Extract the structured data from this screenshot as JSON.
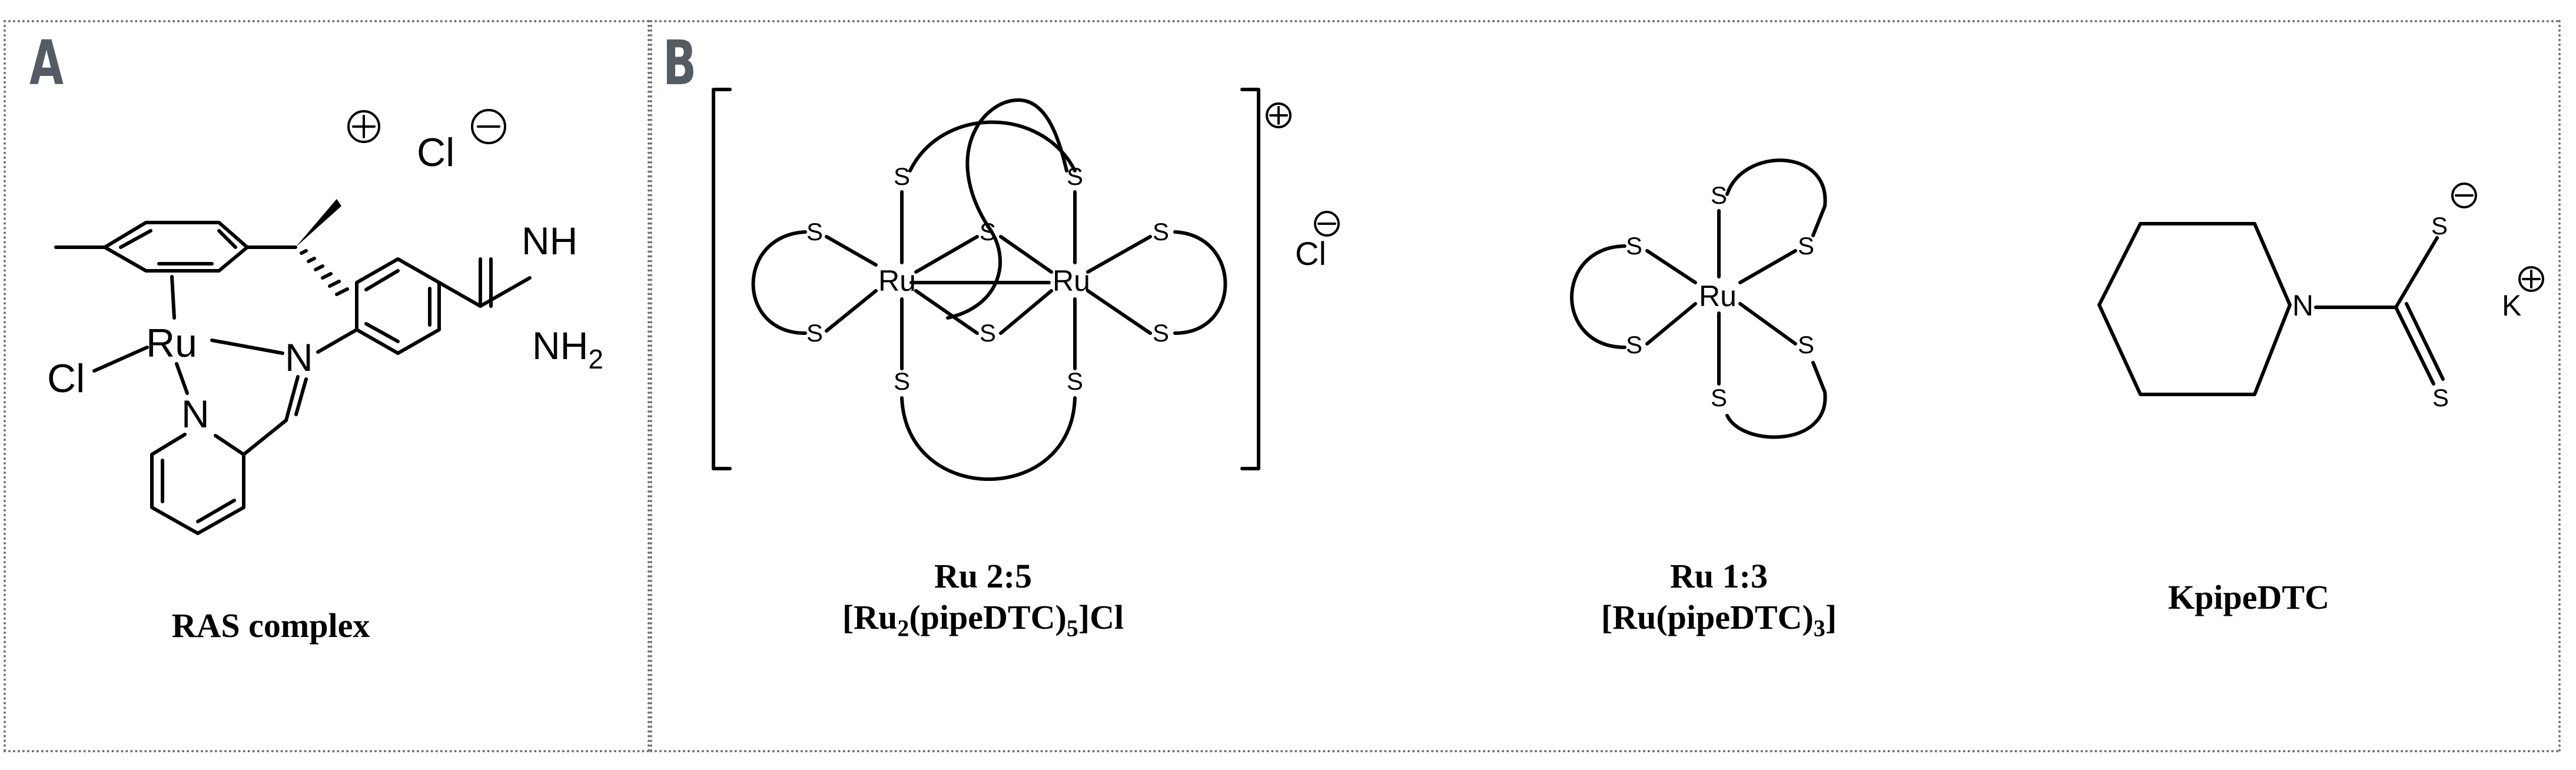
{
  "panels": {
    "a": {
      "label": "A",
      "caption": "RAS complex",
      "atoms": {
        "ru": "Ru",
        "cl_ligand": "Cl",
        "cl_counter": "Cl",
        "n_imine": "N",
        "n_pyridine": "N",
        "nh": "NH",
        "nh2": "NH",
        "nh2_sub": "2"
      }
    },
    "b": {
      "label": "B",
      "compounds": [
        {
          "name": "Ru 2:5",
          "formula_parts": [
            "[Ru",
            "2",
            "(pipeDTC)",
            "5",
            "]Cl"
          ],
          "atoms": {
            "metal": "Ru",
            "donor": "S",
            "counter": "Cl"
          }
        },
        {
          "name": "Ru 1:3",
          "formula_parts": [
            "[Ru(pipeDTC)",
            "3",
            "]"
          ],
          "atoms": {
            "metal": "Ru",
            "donor": "S"
          }
        },
        {
          "name": "KpipeDTC",
          "atoms": {
            "n": "N",
            "s": "S",
            "k": "K"
          }
        }
      ]
    }
  }
}
